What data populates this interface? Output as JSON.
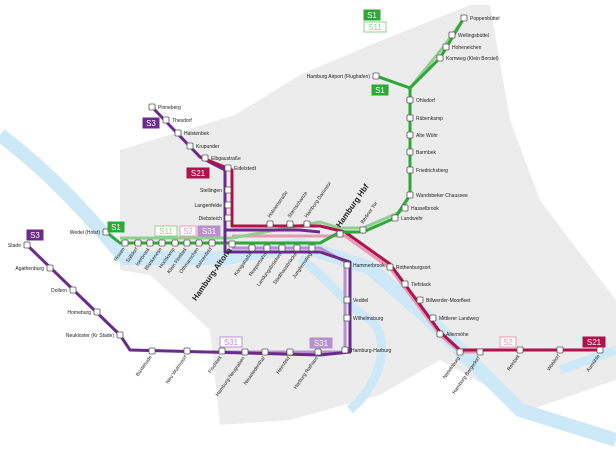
{
  "colors": {
    "s1": "#2ea836",
    "s11": "#8fd08f",
    "s3": "#6a2b8c",
    "s31": "#b98fd0",
    "s21": "#b0124a",
    "s2": "#e79ab5",
    "water": "#cde8f6",
    "land": "#ececec"
  },
  "badges": {
    "s1": "S1",
    "s11": "S11",
    "s3": "S3",
    "s31": "S31",
    "s21": "S21",
    "s2": "S2"
  },
  "stations": {
    "poppenbuettel": "Poppenbüttel",
    "wellingsbuettel": "Wellingsbüttel",
    "hoheneichen": "Hoheneichen",
    "kornweg": "Kornweg (Klein Borstel)",
    "airport": "Hamburg Airport (Flughafen)",
    "ohlsdorf": "Ohlsdorf",
    "ruebenkamp": "Rübenkamp",
    "altewoehr": "Alte Wöhr",
    "barmbek": "Barmbek",
    "friedrichsberg": "Friedrichsberg",
    "wandsbeker": "Wandsbeker Chaussee",
    "hasselbrook": "Hasselbrook",
    "landwehr": "Landwehr",
    "berlinertor": "Berliner Tor",
    "hbf": "Hamburg Hbf",
    "dammtor": "Hamburg Dammtor",
    "sternschanze": "Sternschanze",
    "holstenstrasse": "Holstenstraße",
    "pinneberg": "Pinneberg",
    "thesdorf": "Thesdorf",
    "halstenbek": "Halstenbek",
    "krupunder": "Krupunder",
    "elbgaustrasse": "Elbgaustraße",
    "eidelstedt": "Eidelstedt",
    "stellingen": "Stellingen",
    "langenfelde": "Langenfelde",
    "diebsteich": "Diebsteich",
    "wedel": "Wedel (Holst)",
    "rissen": "Rissen",
    "suelldorf": "Sülldorf",
    "iserbrook": "Iserbrook",
    "blankenese": "Blankenese",
    "hochkamp": "Hochkamp",
    "kleinflottbek": "Klein Flottbek",
    "othmarschen": "Othmarschen",
    "bahrenfeld": "Bahrenfeld",
    "altona": "Hamburg-Altona",
    "koenigstrasse": "Königstraße",
    "reeperbahn": "Reeperbahn",
    "landungsbruecken": "Landungsbrücken",
    "stadthausbruecke": "Stadthausbrücke",
    "jungfernstieg": "Jungfernstieg",
    "rothenburgsort": "Rothenburgsort",
    "tiefstack": "Tiefstack",
    "billwerder": "Billwerder-Moorfleet",
    "mittlerer": "Mittlerer Landweg",
    "allermoehe": "Allermöhe",
    "nettelnburg": "Nettelnburg",
    "bergedorf": "Hamburg-Bergedorf",
    "reinbek": "Reinbek",
    "wohltorf": "Wohltorf",
    "aumuehle": "Aumühle",
    "hammerbrook": "Hammerbrook",
    "veddel": "Veddel",
    "wilhelmsburg": "Wilhelmsburg",
    "harburg": "Hamburg-Harburg",
    "harburgrathaus": "Harburg Rathaus",
    "heimfeld": "Heimfeld",
    "neuwiedenthal": "Neuwiedenthal",
    "neugraben": "Hamburg-Neugraben",
    "fischbek": "Fischbek",
    "neuwulmstorf": "Neu Wulmstorf",
    "buxtehude": "Buxtehude",
    "neukloster": "Neukloster (Kr Stade)",
    "horneburg": "Horneburg",
    "dollern": "Dollern",
    "agathenburg": "Agathenburg",
    "stade": "Stade"
  }
}
